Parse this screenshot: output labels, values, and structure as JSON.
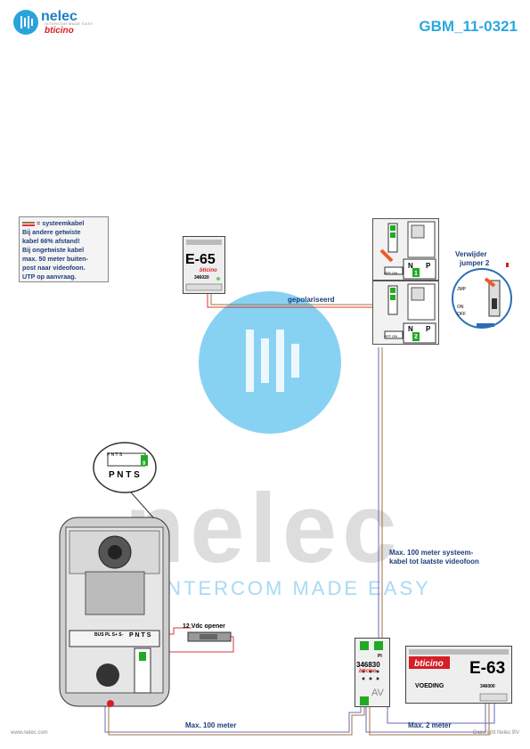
{
  "header": {
    "logo_name": "nelec",
    "logo_tagline": "INTERCOM MADE EASY",
    "logo_brand": "bticino",
    "doc_code": "GBM_11-0321"
  },
  "legend": {
    "title": "= systeemkabel",
    "lines": [
      "Bij andere getwiste",
      "kabel 66% afstand!",
      "Bij ongetwiste kabel",
      "max. 50 meter buiten-",
      "post naar videofoon.",
      "UTP op aanvraag."
    ]
  },
  "module_e65": {
    "name": "E-65",
    "brand": "bticino",
    "code": "346020"
  },
  "cable_labels": {
    "polarized": "gepolariseerd",
    "max_system": "Max. 100 meter systeem-",
    "max_system2": "kabel tot laatste videofoon",
    "max_100": "Max. 100 meter",
    "max_2": "Max. 2 meter"
  },
  "jumper_note": {
    "line1": "Verwijder",
    "line2": "jumper 2",
    "jmp": "JMP",
    "on": "ON",
    "off": "OFF"
  },
  "videophone": {
    "off_on": "OFF ON",
    "n": "N",
    "p": "P",
    "id1": "1",
    "id2": "2"
  },
  "outdoor_panel": {
    "terminals": "BUS PL S+ S-",
    "pnts": "P N T S",
    "inset_pnts": "P N T S",
    "inset_terms": "P N T S",
    "inset_num": "9"
  },
  "opener": {
    "label": "12 Vdc opener"
  },
  "av_module": {
    "pi": "PI",
    "code": "346830",
    "brand": "bticino",
    "av": "AV"
  },
  "power_supply": {
    "brand": "bticino",
    "name": "E-63",
    "label": "VOEDING",
    "code": "346000"
  },
  "watermark": {
    "text": "nelec",
    "tagline": "INTERCOM MADE EASY"
  },
  "footer": {
    "left": "www.nelec.com",
    "right": "Copyright Nelec BV"
  },
  "colors": {
    "accent": "#29a8e0",
    "navy": "#1f3f7a",
    "red": "#d51e25",
    "cable_red": "#d33",
    "cable_blue": "#6a6ab8",
    "cable_brown": "#a07040"
  }
}
